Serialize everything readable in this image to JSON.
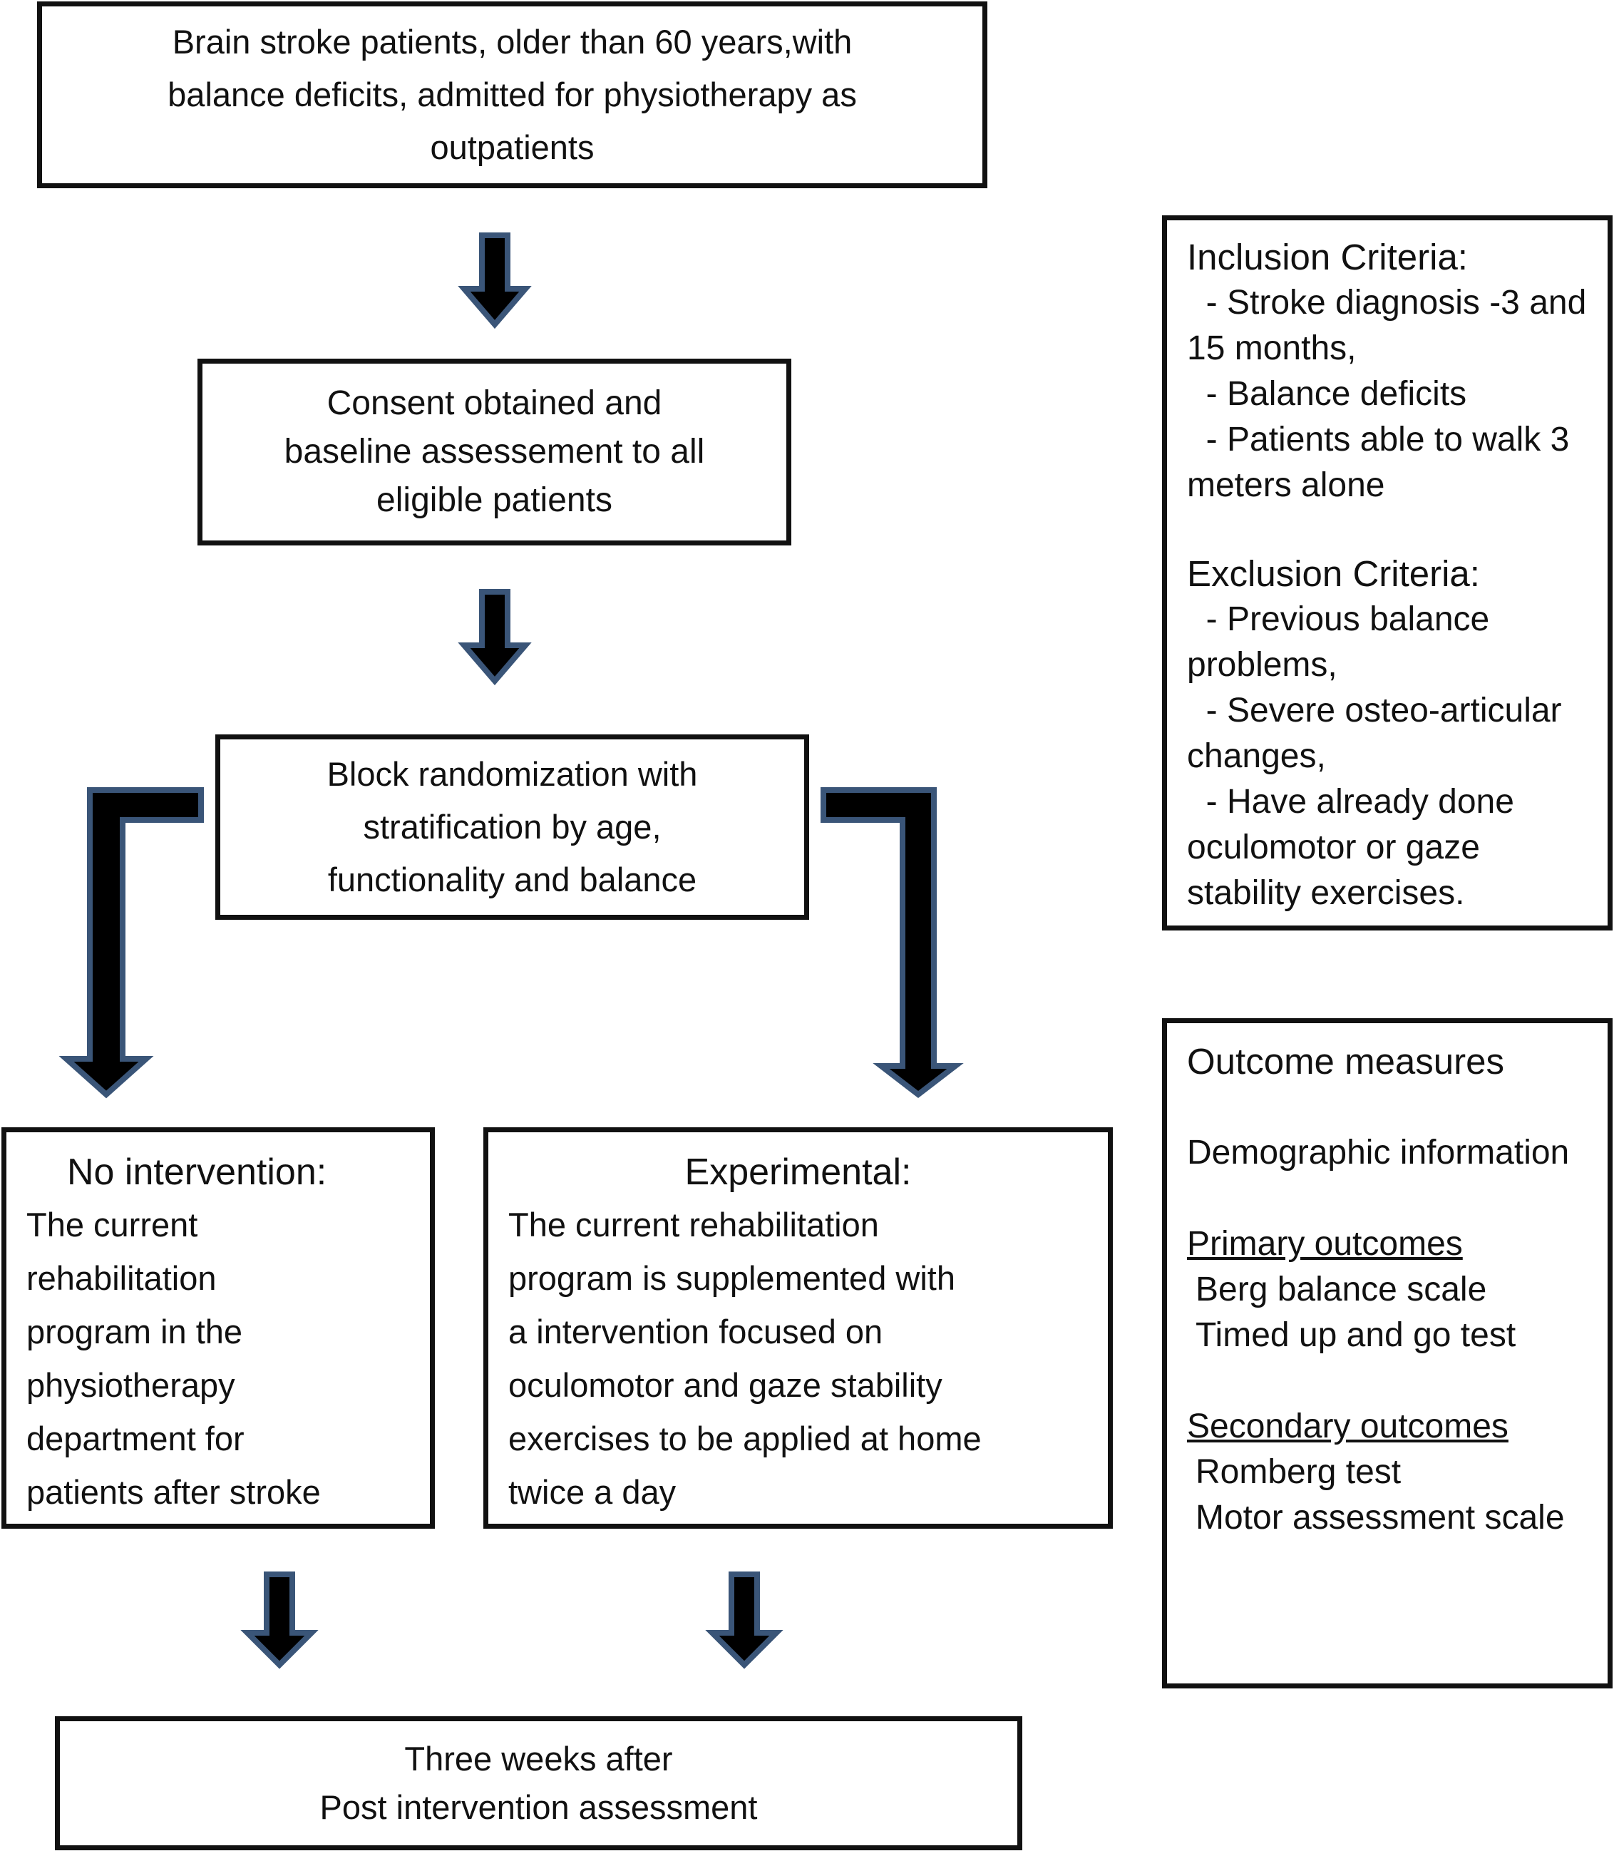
{
  "colors": {
    "box_border": "#111111",
    "arrow_fill": "#000000",
    "arrow_outline": "#3a5578"
  },
  "patients_box": {
    "lines": [
      "Brain stroke patients, older than 60 years,with",
      "balance deficits, admitted for physiotherapy as",
      "outpatients"
    ]
  },
  "consent_box": {
    "lines": [
      "Consent obtained and",
      "baseline assessement to all",
      "eligible patients"
    ]
  },
  "randomization_box": {
    "lines": [
      "Block randomization with",
      "stratification by age,",
      "functionality and balance"
    ]
  },
  "no_intervention_box": {
    "title": "No intervention:",
    "lines": [
      "The current",
      "rehabilitation",
      "program in the",
      "physiotherapy",
      "department for",
      "patients after stroke"
    ]
  },
  "experimental_box": {
    "title": "Experimental:",
    "lines": [
      "The current rehabilitation",
      "program  is supplemented with",
      "a intervention focused on",
      "oculomotor and gaze stability",
      "exercises to be applied at home",
      "twice a day"
    ]
  },
  "followup_box": {
    "lines": [
      "Three weeks after",
      "Post intervention assessment"
    ]
  },
  "criteria_box": {
    "inclusion_title": "Inclusion Criteria:",
    "inclusion_lines": [
      "  - Stroke diagnosis -3 and",
      "15 months,",
      "  - Balance deficits",
      "  - Patients able to walk 3",
      "meters alone"
    ],
    "exclusion_title": "Exclusion Criteria:",
    "exclusion_lines": [
      "  - Previous balance",
      "problems,",
      "  - Severe osteo-articular",
      "changes,",
      "  - Have already done",
      "oculomotor or gaze",
      "stability exercises."
    ]
  },
  "outcome_box": {
    "title": "Outcome measures",
    "demographic": "Demographic information",
    "primary_title": "Primary outcomes",
    "primary_items": [
      "Berg balance scale",
      "Timed up and go test"
    ],
    "secondary_title": "Secondary outcomes",
    "secondary_items": [
      "Romberg test",
      "Motor assessment scale"
    ]
  }
}
